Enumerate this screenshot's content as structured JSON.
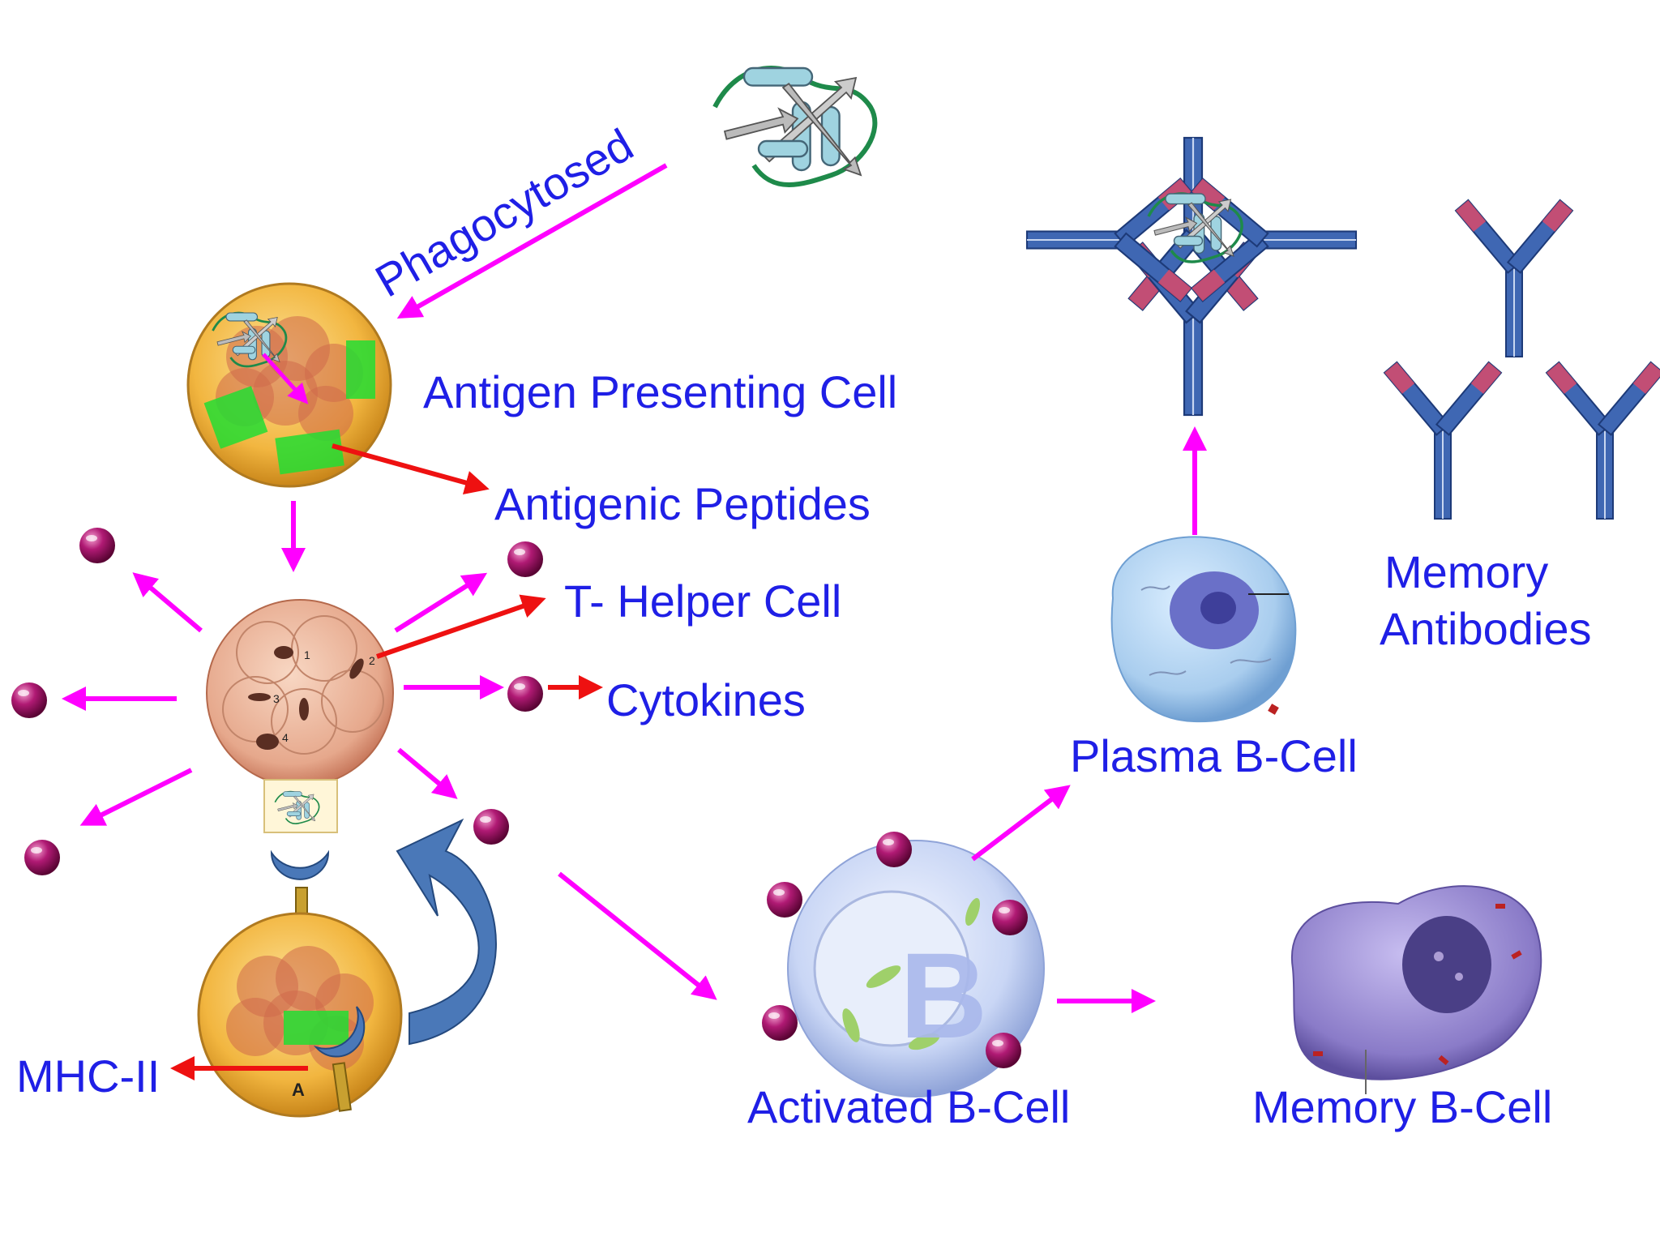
{
  "labels": {
    "phagocytosed": "Phagocytosed",
    "antigen_presenting_cell": "Antigen Presenting Cell",
    "antigenic_peptides": "Antigenic Peptides",
    "t_helper_cell": "T- Helper Cell",
    "cytokines": "Cytokines",
    "mhc_ii": "MHC-II",
    "activated_b_cell": "Activated B-Cell",
    "memory_b_cell": "Memory B-Cell",
    "plasma_b_cell": "Plasma B-Cell",
    "memory_antibodies_line1": "Memory",
    "memory_antibodies_line2": "Antibodies"
  },
  "cell_marks": {
    "activated_b_letter": "B",
    "apc_bottom_letter": "A",
    "t_cell_numbers": [
      "1",
      "2",
      "3",
      "4"
    ]
  },
  "colors": {
    "label_text": "#1f1fe6",
    "arrow_magenta": "#ff00ff",
    "arrow_red": "#ee1111",
    "cytokine_bead": "#9a1060",
    "apc_cell": "#f2b640",
    "antibody_blue": "#3f67b3",
    "antibody_tip": "#d94a6a",
    "crescent_receptor": "#4a78b8",
    "plasma_cell": "#a9cdee",
    "memory_cell": "#8a7bc8"
  },
  "icons": [
    "antigen-protein-icon",
    "antibody-icon",
    "cytokine-bead-icon",
    "curved-return-arrow-icon"
  ]
}
